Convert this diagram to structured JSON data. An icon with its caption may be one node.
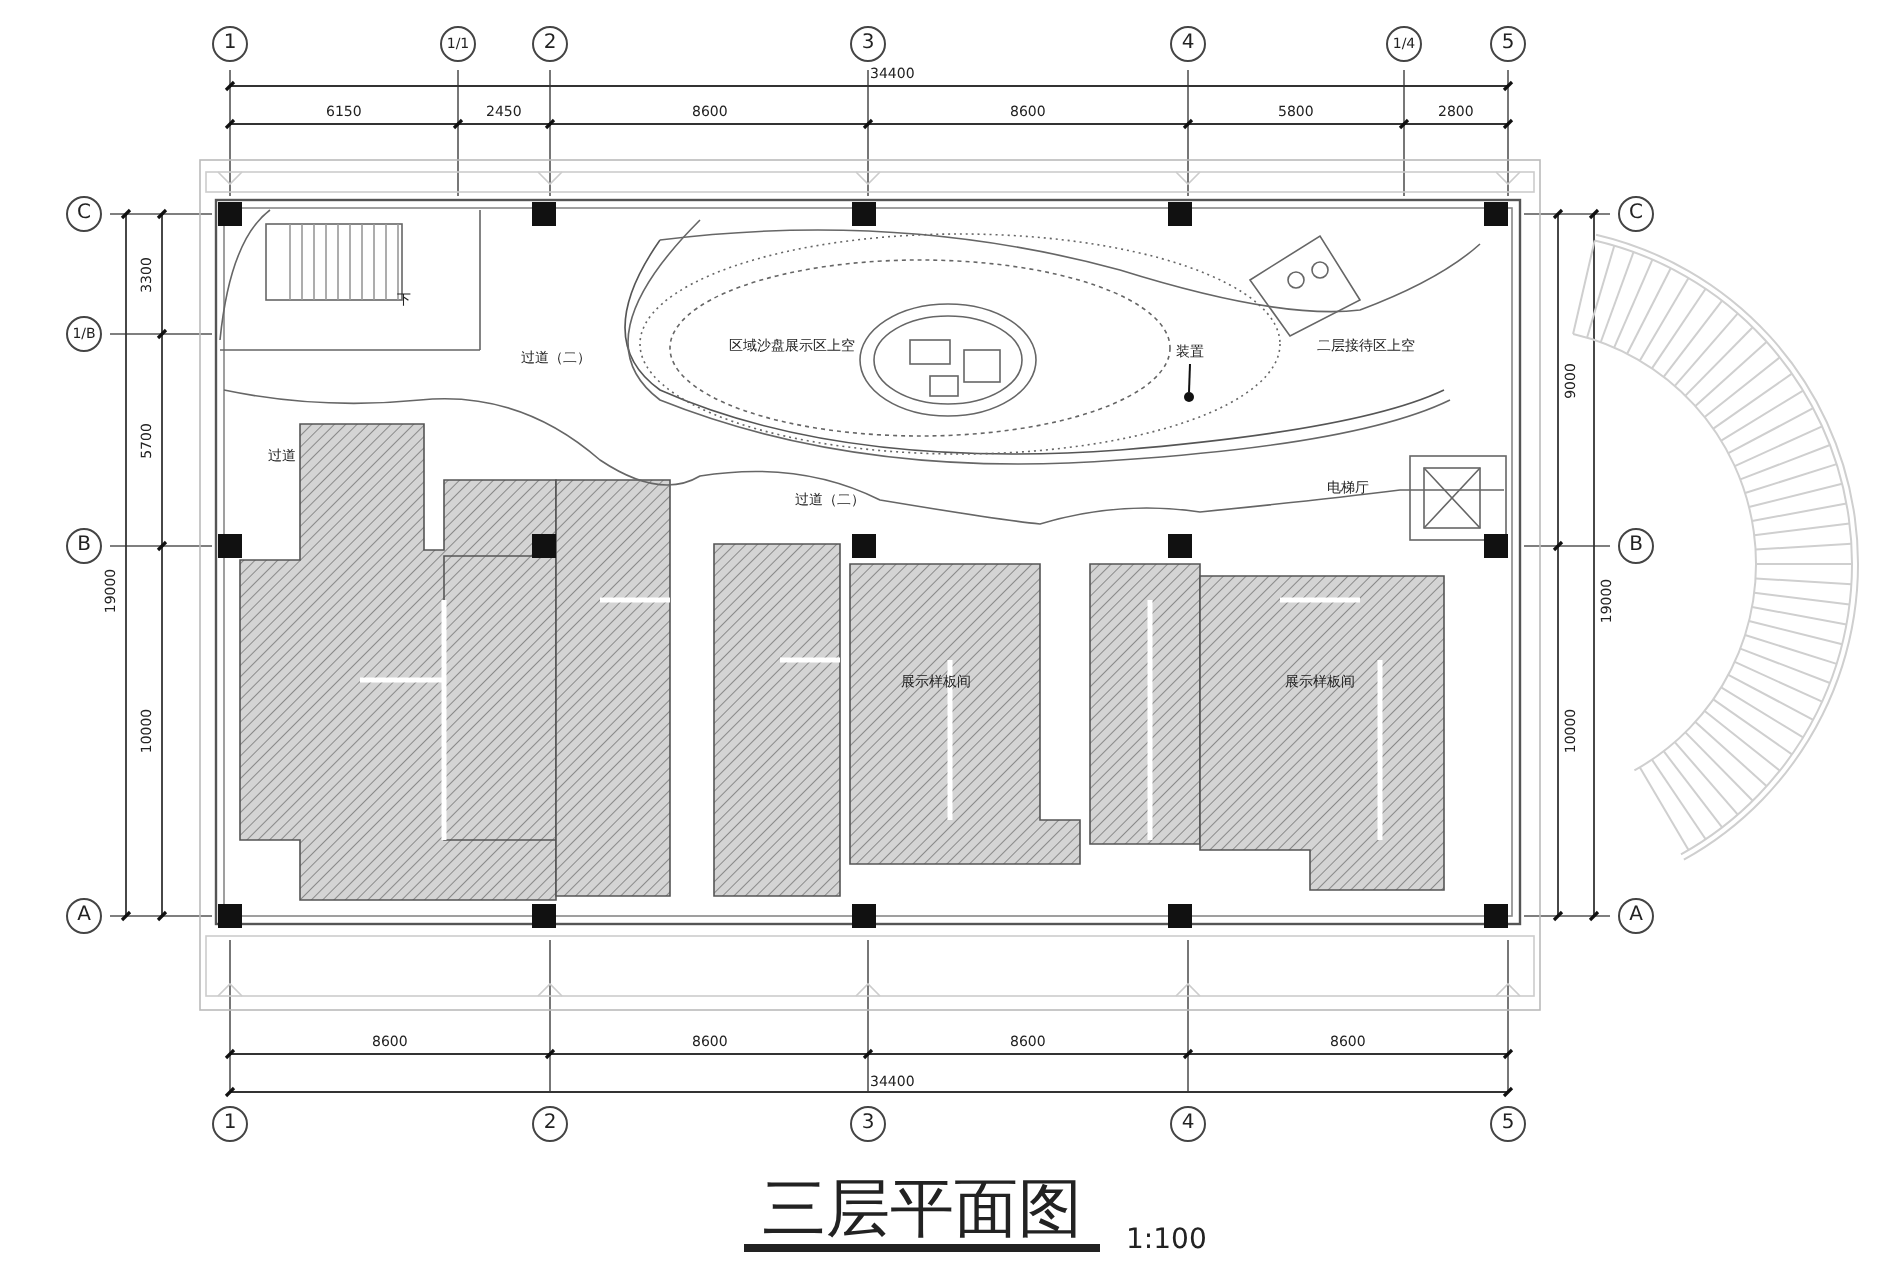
{
  "diagram": {
    "title": "三层平面图",
    "nodes": [
      {
        "text": [
          "1"
        ]
      },
      {
        "text": [
          "1/1"
        ]
      },
      {
        "text": [
          "2"
        ]
      },
      {
        "text": [
          "3"
        ]
      },
      {
        "text": [
          "4"
        ]
      },
      {
        "text": [
          "1/4"
        ]
      },
      {
        "text": [
          "5"
        ]
      },
      {
        "text": [
          "C"
        ]
      },
      {
        "text": [
          "1/B"
        ]
      },
      {
        "text": [
          "B"
        ]
      },
      {
        "text": [
          "A"
        ]
      },
      {
        "text": [
          "C"
        ]
      },
      {
        "text": [
          "B"
        ]
      },
      {
        "text": [
          "A"
        ]
      },
      {
        "text": [
          "1"
        ]
      },
      {
        "text": [
          "2"
        ]
      },
      {
        "text": [
          "3"
        ]
      },
      {
        "text": [
          "4"
        ]
      },
      {
        "text": [
          "5"
        ]
      },
      {
        "text": [
          "装置"
        ]
      },
      {
        "text": [],
        "shape": "circle"
      }
    ],
    "edges": [
      {
        "from": 19,
        "to": 20,
        "arrow": "none"
      }
    ],
    "labels": [
      "34400",
      "6150",
      "2450",
      "8600",
      "8600",
      "5800",
      "2800",
      "3300",
      "5700",
      "19000",
      "10000",
      "9000",
      "19000",
      "10000",
      "下",
      "过道（二）",
      "区域沙盘展示区上空",
      "二层接待区上空",
      "过道",
      "过道（二）",
      "电梯厅",
      "展示样板间",
      "展示样板间",
      "8600",
      "8600",
      "8600",
      "8600",
      "34400",
      "1:100"
    ]
  }
}
